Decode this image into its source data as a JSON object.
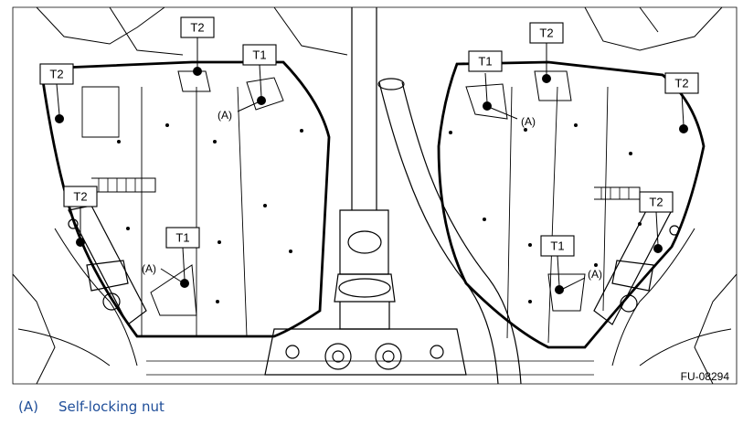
{
  "figure": {
    "id_code": "FU-08294",
    "callouts": {
      "t2_top_left": "T2",
      "t1_top_left": "T1",
      "t2_left_edge": "T2",
      "t2_left_mid": "T2",
      "t1_left_lower": "T1",
      "t2_top_right": "T2",
      "t1_top_right": "T1",
      "t2_right_edge": "T2",
      "t2_right_mid": "T2",
      "t1_right_lower": "T1"
    },
    "markers": {
      "a_left_upper": "(A)",
      "a_left_lower": "(A)",
      "a_right_upper": "(A)",
      "a_right_lower": "(A)"
    }
  },
  "legend": {
    "letter": "(A)",
    "text": "Self-locking nut"
  }
}
